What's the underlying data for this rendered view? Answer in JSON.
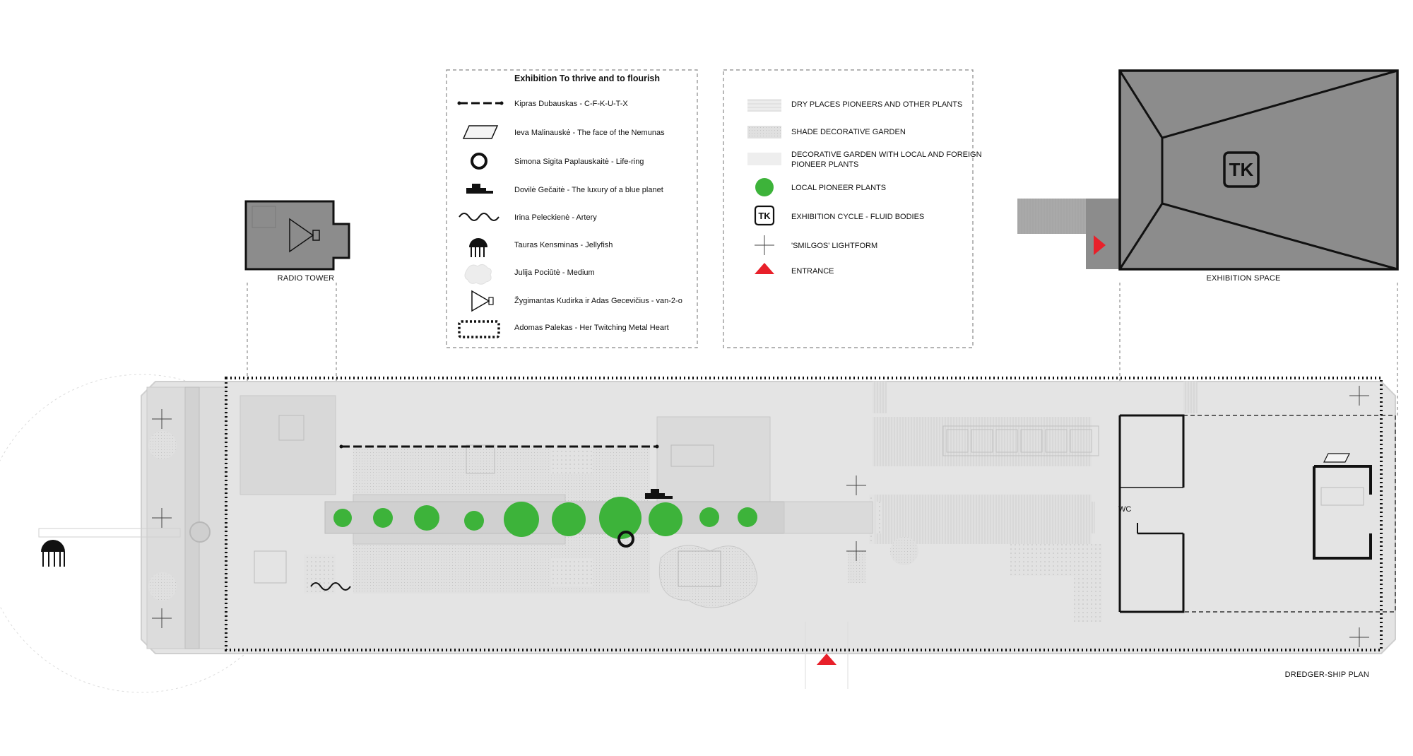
{
  "legend_artworks": {
    "title": "Exhibition To thrive and to flourish",
    "items": [
      "Kipras Dubauskas - C-F-K-U-T-X",
      "Ieva Malinauskė - The face of the Nemunas",
      "Simona Sigita Paplauskaitė - Life-ring",
      "Dovilė Gečaitė - The luxury of a blue planet",
      "Irina Peleckienė - Artery",
      "Tauras Kensminas - Jellyfish",
      "Julija Pociūtė - Medium",
      "Žygimantas Kudirka ir Adas Gecevičius - van-2-o",
      "Adomas Palekas - Her Twitching Metal Heart"
    ]
  },
  "legend_site": {
    "items": [
      "DRY PLACES PIONEERS AND OTHER PLANTS",
      "SHADE DECORATIVE GARDEN",
      "DECORATIVE GARDEN WITH LOCAL AND FOREIGN",
      "PIONEER PLANTS",
      "LOCAL PIONEER PLANTS",
      "EXHIBITION CYCLE - FLUID BODIES",
      "'SMILGOS' LIGHTFORM",
      "ENTRANCE"
    ]
  },
  "labels": {
    "radio_tower": "RADIO TOWER",
    "exhibition_space": "EXHIBITION SPACE",
    "wc": "WC",
    "tk": "TK",
    "plan_title": "DREDGER-SHIP PLAN"
  },
  "colors": {
    "plant_green": "#3db33a",
    "entrance_red": "#e8202a",
    "building_grey": "#8c8c8c",
    "ship_grey": "#e4e4e4"
  }
}
